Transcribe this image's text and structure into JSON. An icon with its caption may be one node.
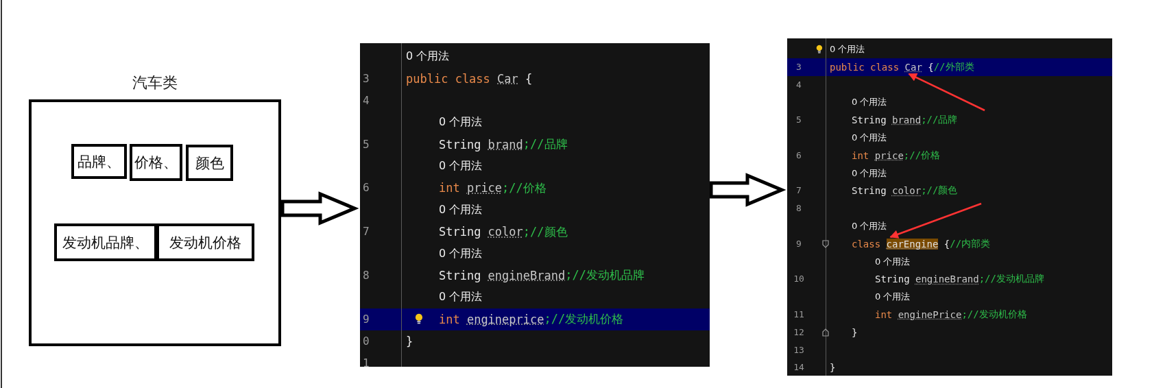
{
  "diagram": {
    "nodes": [
      {
        "text": [
          "汽车类"
        ]
      },
      {
        "text": [
          "品牌、"
        ],
        "in": 0
      },
      {
        "text": [
          "价格、"
        ],
        "in": 0
      },
      {
        "text": [
          "颜色"
        ],
        "in": 0
      },
      {
        "text": [
          "发动机品牌、"
        ],
        "in": 0
      },
      {
        "text": [
          "发动机价格"
        ],
        "in": 0
      },
      {
        "text": [
          "0 个用法",
          "3",
          "public class",
          "Car",
          "{",
          "4",
          "0 个用法",
          "5",
          "String",
          "brand",
          ";//品牌",
          "0 个用法",
          "6",
          "int",
          "price",
          ";//价格",
          "0 个用法",
          "7",
          "String",
          "color",
          ";//颜色",
          "0 个用法",
          "8",
          "String",
          "engineBrand",
          ";//发动机品牌",
          "0 个用法",
          "9",
          "int",
          "engineprice",
          ";//发动机价格",
          "0",
          "}",
          "1"
        ]
      },
      {
        "text": [
          "0 个用法",
          "3",
          "public class",
          "Car",
          "{",
          "//外部类",
          "4",
          "0 个用法",
          "5",
          "String",
          "brand",
          ";//品牌",
          "0 个用法",
          "6",
          "int",
          "price",
          ";//价格",
          "0 个用法",
          "7",
          "String",
          "color",
          ";//颜色",
          "8",
          "0 个用法",
          "9",
          "class",
          "carEngine",
          "{",
          "//内部类",
          "0 个用法",
          "10",
          "String",
          "engineBrand",
          ";//发动机品牌",
          "0 个用法",
          "11",
          "int",
          "enginePrice",
          ";//发动机价格",
          "12",
          "}",
          "13",
          "14",
          "}"
        ]
      }
    ],
    "edges": [
      {
        "from": 0,
        "to": 6,
        "arrow": "to",
        "style": "thick"
      },
      {
        "from": 6,
        "to": 7,
        "arrow": "to",
        "style": "thick"
      },
      {
        "from": null,
        "to": 7,
        "arrow": "to",
        "color": "#ff3333"
      },
      {
        "from": null,
        "to": 7,
        "arrow": "to",
        "color": "#ff3333"
      }
    ]
  }
}
